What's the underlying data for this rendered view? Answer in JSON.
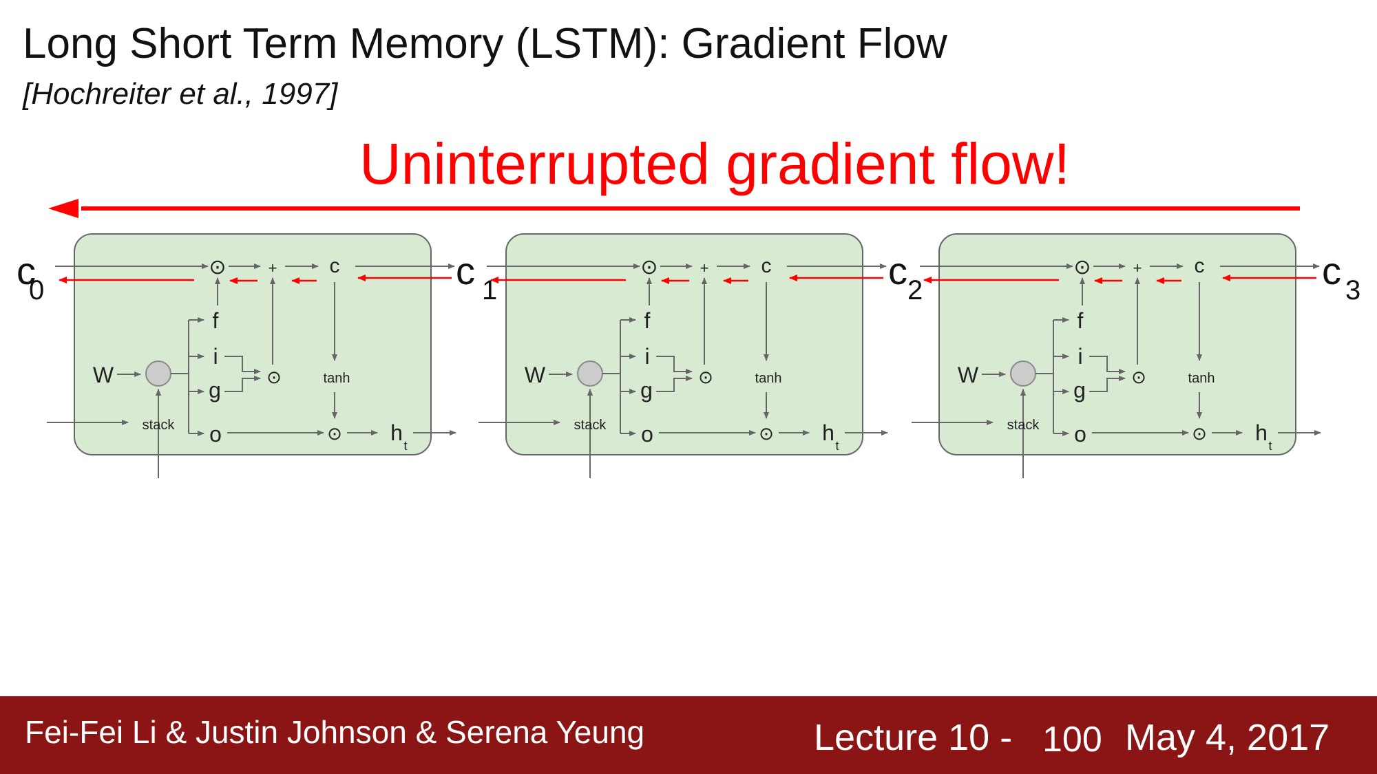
{
  "slide": {
    "title": "Long Short Term Memory (LSTM): Gradient Flow",
    "citation": "[Hochreiter et al., 1997]",
    "headline": "Uninterrupted gradient flow!"
  },
  "diagram": {
    "cell_labels": [
      {
        "main": "c",
        "sub": "0"
      },
      {
        "main": "c",
        "sub": "1"
      },
      {
        "main": "c",
        "sub": "2"
      },
      {
        "main": "c",
        "sub": "3"
      }
    ],
    "block": {
      "weight": "W",
      "stack": "stack",
      "gates": [
        "f",
        "i",
        "g",
        "o"
      ],
      "mul": "⊙",
      "add": "+",
      "cell": "c",
      "tanh": "tanh",
      "hidden": "h",
      "hidden_sub": "t"
    },
    "colors": {
      "block_fill": "#d9ead3",
      "block_stroke": "#666666",
      "arrow": "#666666",
      "gradient_arrow": "#ff0000"
    }
  },
  "footer": {
    "authors": "Fei-Fei Li & Justin Johnson & Serena Yeung",
    "lecture": "Lecture 10 -",
    "slide_number": "100",
    "date": "May 4, 2017"
  }
}
